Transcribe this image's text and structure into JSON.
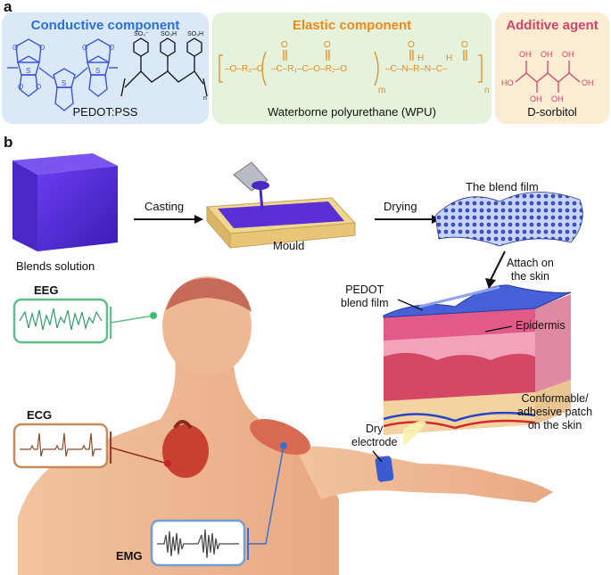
{
  "panel_a": {
    "letter": "a",
    "conductive": {
      "title": "Conductive component",
      "label": "PEDOT:PSS",
      "color": "#2a6fdc"
    },
    "elastic": {
      "title": "Elastic component",
      "label": "Waterborne polyurethane (WPU)",
      "color": "#ef8a1a"
    },
    "additive": {
      "title": "Additive agent",
      "label": "D-sorbitol",
      "color": "#d2456b"
    }
  },
  "panel_b": {
    "letter": "b",
    "blends_solution": "Blends solution",
    "casting": "Casting",
    "mould": "Mould",
    "drying": "Drying",
    "blend_film": "The blend film",
    "attach_line1": "Attach on",
    "attach_line2": "the skin",
    "pedot_line1": "PEDOT",
    "pedot_line2": "blend film",
    "epidermis": "Epidermis",
    "conformable_line1": "Conformable/",
    "conformable_line2": "adhesive patch",
    "conformable_line3": "on the skin",
    "dry_line1": "Dry",
    "dry_line2": "electrode",
    "eeg": "EEG",
    "ecg": "ECG",
    "emg": "EMG"
  },
  "colors": {
    "conductive_bg": "#dbe8f7",
    "elastic_bg": "#e5f2dc",
    "additive_bg": "#fbecd2",
    "blend_purple": "#5a2fd6",
    "eeg_frame": "#5cbf8a",
    "ecg_frame": "#c98a5a",
    "emg_frame": "#6f9fd6"
  }
}
